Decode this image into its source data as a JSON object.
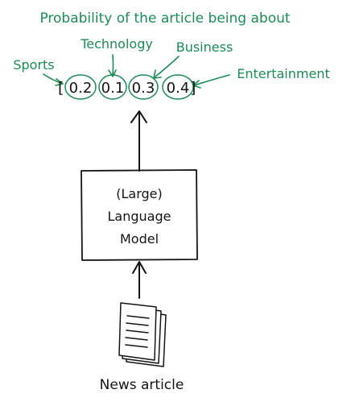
{
  "header": {
    "title": "Probability of the article being about"
  },
  "categories": [
    {
      "label": "Sports",
      "probability": "0.2"
    },
    {
      "label": "Technology",
      "probability": "0.1"
    },
    {
      "label": "Business",
      "probability": "0.3"
    },
    {
      "label": "Entertainment",
      "probability": "0.4"
    }
  ],
  "vector": {
    "open_bracket": "[",
    "close_bracket": "]"
  },
  "model": {
    "line1": "(Large)",
    "line2": "Language",
    "line3": "Model"
  },
  "input": {
    "label": "News article",
    "icon": "document-stack-icon"
  },
  "colors": {
    "annotation": "#1e8a57",
    "ink": "#141414"
  }
}
